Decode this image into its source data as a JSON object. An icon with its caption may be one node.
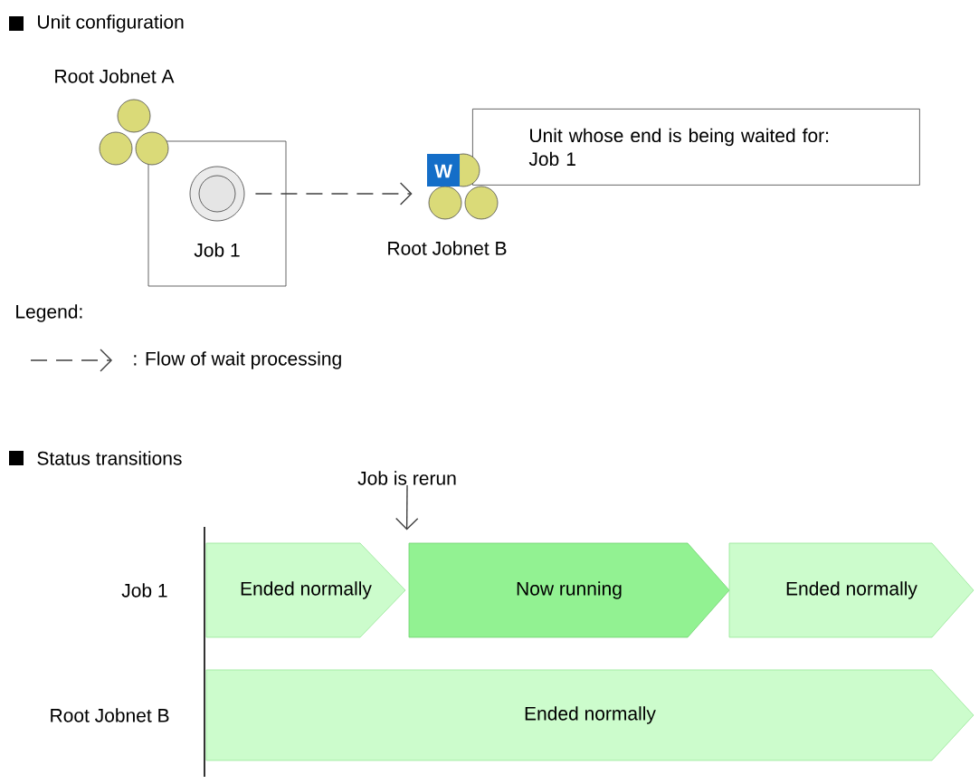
{
  "diagram": {
    "nodes": [
      {
        "text": [
          "Root Jobnet A"
        ]
      },
      {
        "text": [
          "Job 1"
        ],
        "in": 0
      },
      {
        "text": [
          "Root Jobnet B"
        ]
      },
      {
        "text": [
          "Unit whose end is being waited for: Job 1"
        ]
      },
      {
        "text": [
          "Job is rerun"
        ]
      },
      {
        "text": [
          "Ended normally"
        ]
      },
      {
        "text": [
          "Now running"
        ]
      },
      {
        "text": [
          "Ended normally"
        ]
      },
      {
        "text": [
          "Ended normally"
        ]
      }
    ],
    "edges": [
      {
        "from": 1,
        "to": 2,
        "arrow": "to",
        "style": "dashed"
      },
      {
        "from": 4,
        "to": 6,
        "arrow": "to"
      }
    ],
    "labels": [
      "Unit configuration",
      "W",
      "Legend:",
      "Status transitions",
      "Job 1",
      "Root Jobnet B"
    ],
    "legend": [
      {
        "text": ": Flow of wait processing"
      }
    ]
  }
}
